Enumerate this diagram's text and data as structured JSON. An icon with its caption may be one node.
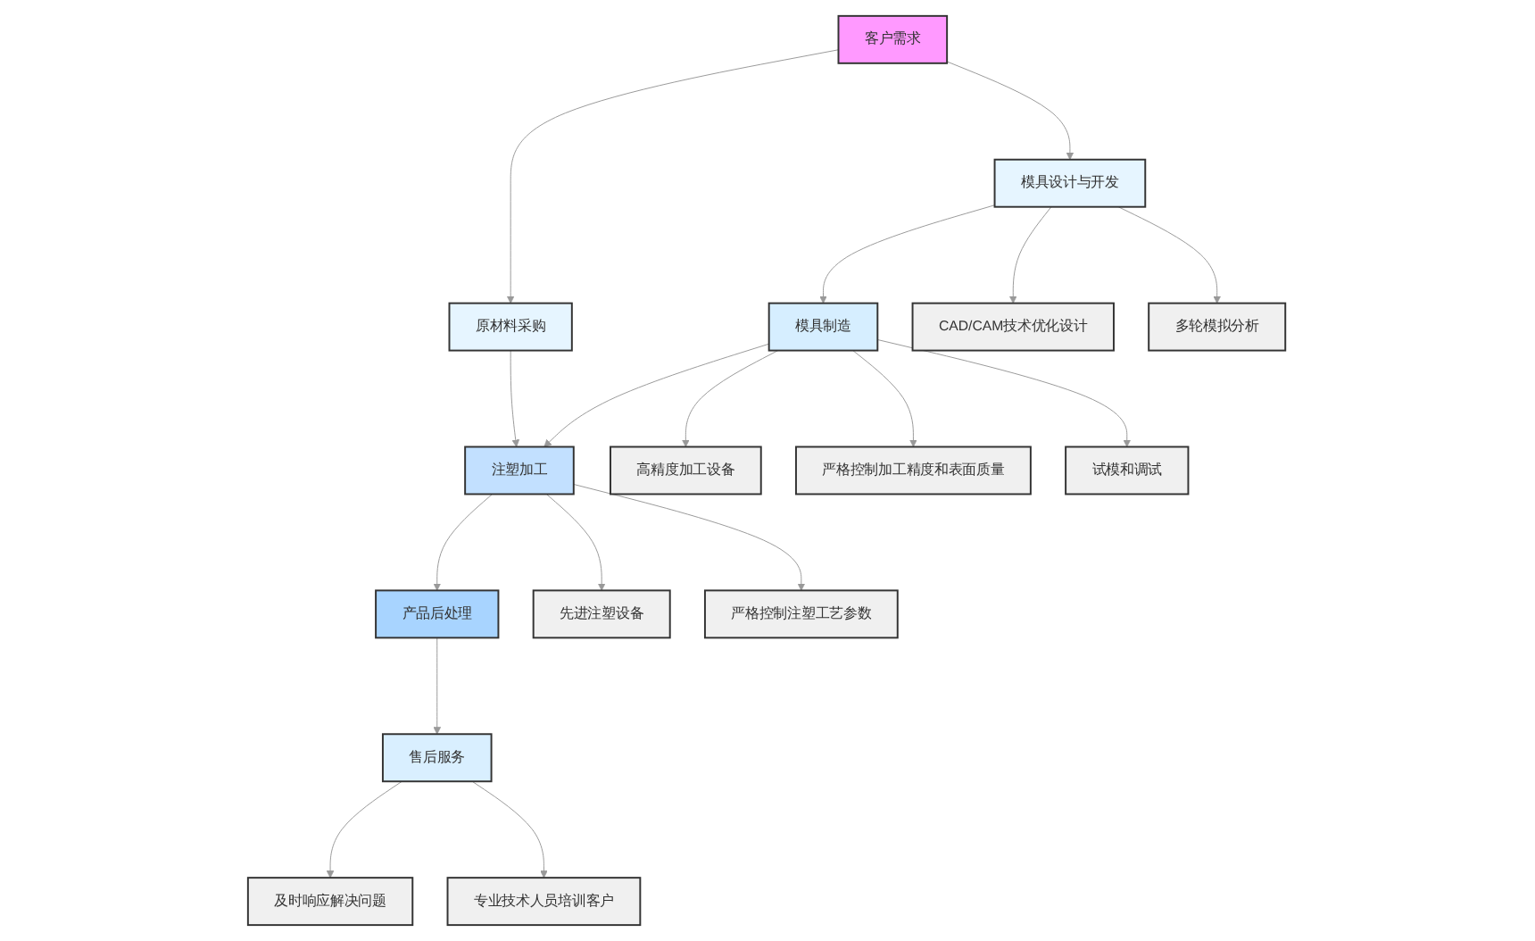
{
  "diagram": {
    "nodes": [
      {
        "text": [
          "客户需求"
        ]
      },
      {
        "text": [
          "模具设计与开发"
        ]
      },
      {
        "text": [
          "原材料采购"
        ]
      },
      {
        "text": [
          "模具制造"
        ]
      },
      {
        "text": [
          "CAD/CAM技术优化设计"
        ]
      },
      {
        "text": [
          "多轮模拟分析"
        ]
      },
      {
        "text": [
          "注塑加工"
        ]
      },
      {
        "text": [
          "高精度加工设备"
        ]
      },
      {
        "text": [
          "严格控制加工精度和表面质量"
        ]
      },
      {
        "text": [
          "试模和调试"
        ]
      },
      {
        "text": [
          "产品后处理"
        ]
      },
      {
        "text": [
          "先进注塑设备"
        ]
      },
      {
        "text": [
          "严格控制注塑工艺参数"
        ]
      },
      {
        "text": [
          "售后服务"
        ]
      },
      {
        "text": [
          "及时响应解决问题"
        ]
      },
      {
        "text": [
          "专业技术人员培训客户"
        ]
      }
    ],
    "edges": [
      {
        "from": 0,
        "to": 2,
        "arrow": "to"
      },
      {
        "from": 0,
        "to": 1,
        "arrow": "to"
      },
      {
        "from": 1,
        "to": 3,
        "arrow": "to"
      },
      {
        "from": 1,
        "to": 4,
        "arrow": "to"
      },
      {
        "from": 1,
        "to": 5,
        "arrow": "to"
      },
      {
        "from": 2,
        "to": 6,
        "arrow": "to"
      },
      {
        "from": 3,
        "to": 6,
        "arrow": "to"
      },
      {
        "from": 3,
        "to": 7,
        "arrow": "to"
      },
      {
        "from": 3,
        "to": 8,
        "arrow": "to"
      },
      {
        "from": 3,
        "to": 9,
        "arrow": "to"
      },
      {
        "from": 6,
        "to": 10,
        "arrow": "to"
      },
      {
        "from": 6,
        "to": 11,
        "arrow": "to"
      },
      {
        "from": 6,
        "to": 12,
        "arrow": "to"
      },
      {
        "from": 10,
        "to": 13,
        "arrow": "to"
      },
      {
        "from": 13,
        "to": 14,
        "arrow": "to"
      },
      {
        "from": 13,
        "to": 15,
        "arrow": "to"
      }
    ]
  }
}
